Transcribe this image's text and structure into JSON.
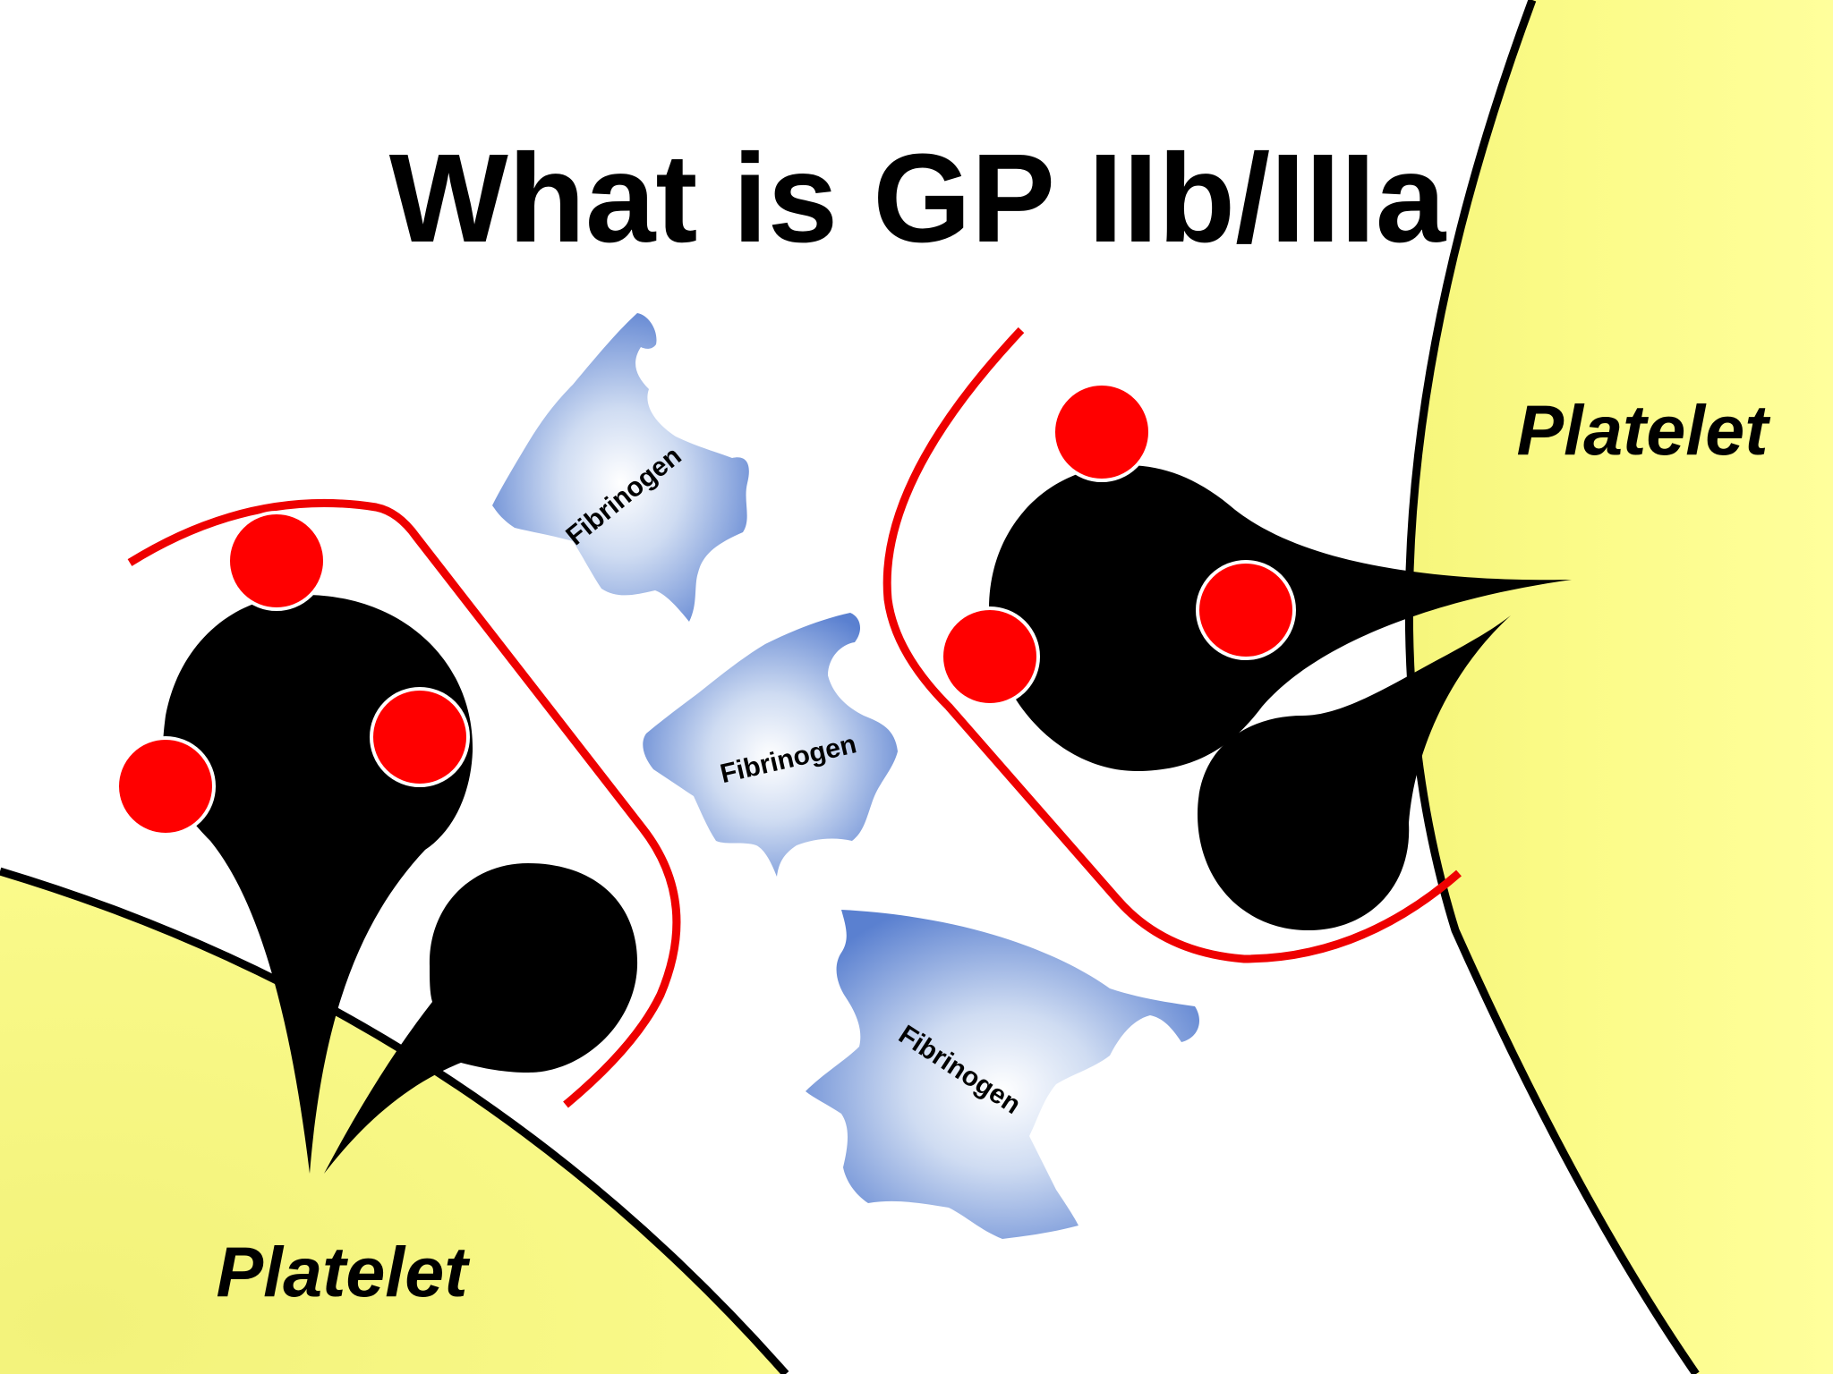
{
  "slide": {
    "title": "What is GP IIb/IIIa"
  },
  "platelets": [
    {
      "label": "Platelet",
      "position": "bottom-left"
    },
    {
      "label": "Platelet",
      "position": "top-right"
    }
  ],
  "fibrinogens": [
    {
      "label": "Fibrinogen"
    },
    {
      "label": "Fibrinogen"
    },
    {
      "label": "Fibrinogen"
    }
  ],
  "colors": {
    "background": "#ffffff",
    "platelet_fill": "#fafa86",
    "platelet_edge": "#000000",
    "receptor": "#000000",
    "binding_site": "#ff0000",
    "fibrinogen": "#5a80d0"
  }
}
